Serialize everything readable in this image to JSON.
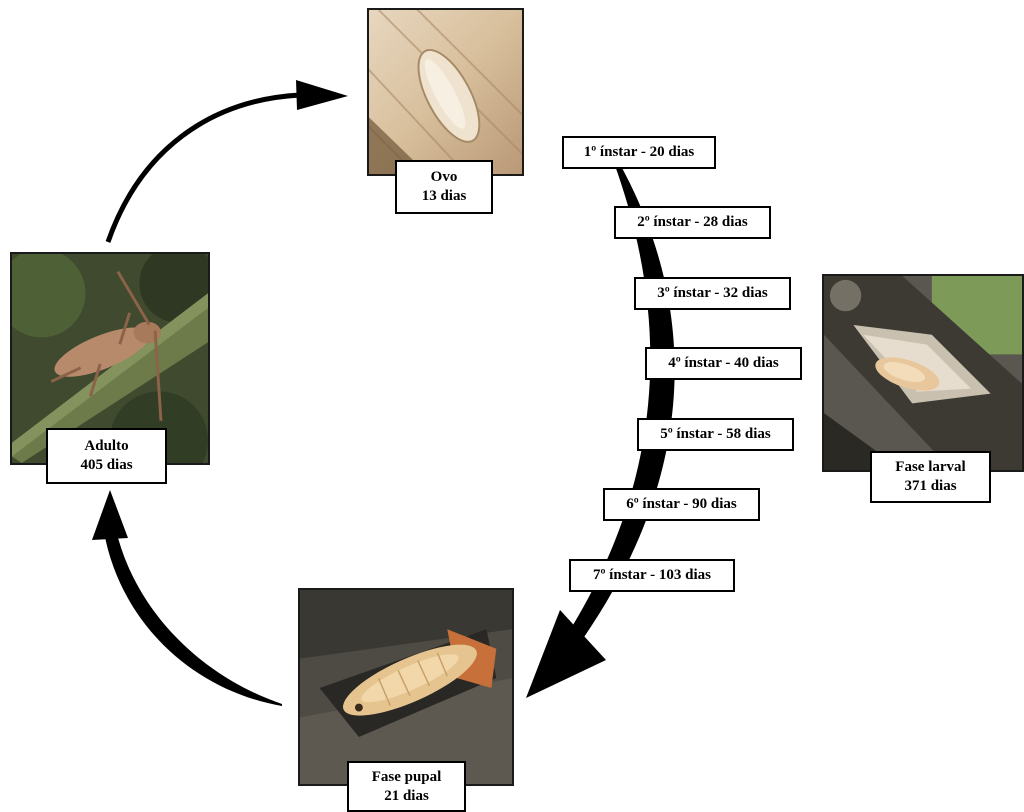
{
  "stages": {
    "egg": {
      "name": "Ovo",
      "days": "13 dias",
      "photo_icon": "egg-photo"
    },
    "larva": {
      "name": "Fase larval",
      "days": "371 dias",
      "photo_icon": "larva-photo"
    },
    "pupa": {
      "name": "Fase pupal",
      "days": "21 dias",
      "photo_icon": "pupa-photo"
    },
    "adult": {
      "name": "Adulto",
      "days": "405 dias",
      "photo_icon": "beetle-photo"
    }
  },
  "instars": [
    "1º ínstar - 20 dias",
    "2º ínstar - 28 dias",
    "3º ínstar - 32 dias",
    "4º ínstar - 40 dias",
    "5º ínstar - 58 dias",
    "6º ínstar - 90 dias",
    "7º ínstar - 103 dias"
  ],
  "colors": {
    "arrow": "#000000",
    "box_border": "#000000",
    "box_fill": "#ffffff"
  }
}
